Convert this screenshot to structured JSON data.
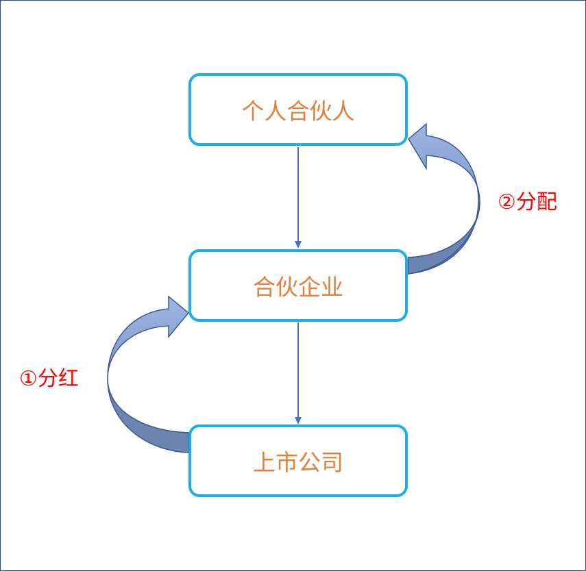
{
  "nodes": {
    "individual_partner": "个人合伙人",
    "partnership_enterprise": "合伙企业",
    "listed_company": "上市公司"
  },
  "flows": {
    "dividend": "①分红",
    "distribution": "②分配"
  },
  "colors": {
    "node_border": "#1eaee6",
    "node_text": "#e2823a",
    "label_text": "#ff0000",
    "connector": "#4472c4",
    "curved_arrow_light": "#8faadc",
    "curved_arrow_dark": "#6b84b0",
    "frame_border": "#2f4a7d"
  }
}
